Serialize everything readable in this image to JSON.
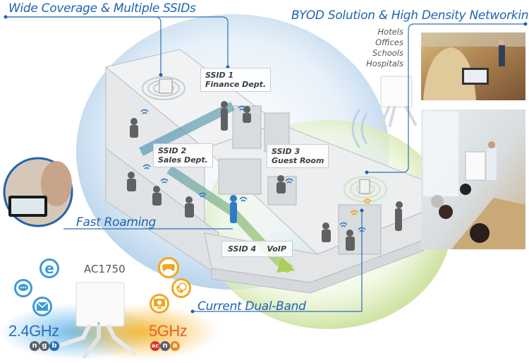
{
  "headings": {
    "wide_coverage": "Wide Coverage & Multiple SSIDs",
    "byod": "BYOD Solution & High Density Networking",
    "fast_roaming": "Fast Roaming",
    "dual_band": "Current Dual-Band"
  },
  "venues": [
    "Hotels",
    "Offices",
    "Schools",
    "Hospitals"
  ],
  "ssids": [
    {
      "id": "SSID 1",
      "name": "Finance Dept."
    },
    {
      "id": "SSID 2",
      "name": "Sales Dept."
    },
    {
      "id": "SSID 3",
      "name": "Guest Room"
    },
    {
      "id": "SSID 4",
      "name": "VoIP"
    }
  ],
  "product": {
    "model": "AC1750",
    "band_24": {
      "label": "2.4GHz",
      "standards": [
        "n",
        "g",
        "b"
      ],
      "apps": [
        "internet-explorer-icon",
        "chat-icon",
        "mail-icon"
      ]
    },
    "band_5": {
      "label": "5GHz",
      "standards": [
        "ac",
        "n",
        "a"
      ],
      "apps": [
        "gamepad-icon",
        "voip-phone-icon",
        "web-monitor-icon"
      ]
    }
  },
  "colors": {
    "heading_blue": "#1f63b0",
    "callout_line": "#2f6fb6",
    "coverage_blue": "#cfe2f1",
    "coverage_green": "#d9ebb3",
    "band_24": "#2a6fb5",
    "band_5": "#e2622a",
    "app_blue": "#3d9ad8",
    "app_orange": "#f0a81e"
  }
}
